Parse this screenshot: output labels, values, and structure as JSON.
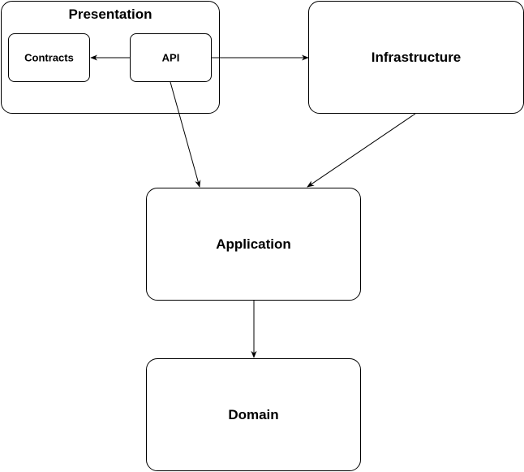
{
  "diagram": {
    "presentation": {
      "title": "Presentation"
    },
    "contracts": {
      "label": "Contracts"
    },
    "api": {
      "label": "API"
    },
    "infrastructure": {
      "label": "Infrastructure"
    },
    "application": {
      "label": "Application"
    },
    "domain": {
      "label": "Domain"
    }
  },
  "colors": {
    "stroke": "#000000",
    "fill": "#ffffff",
    "text": "#000000"
  }
}
